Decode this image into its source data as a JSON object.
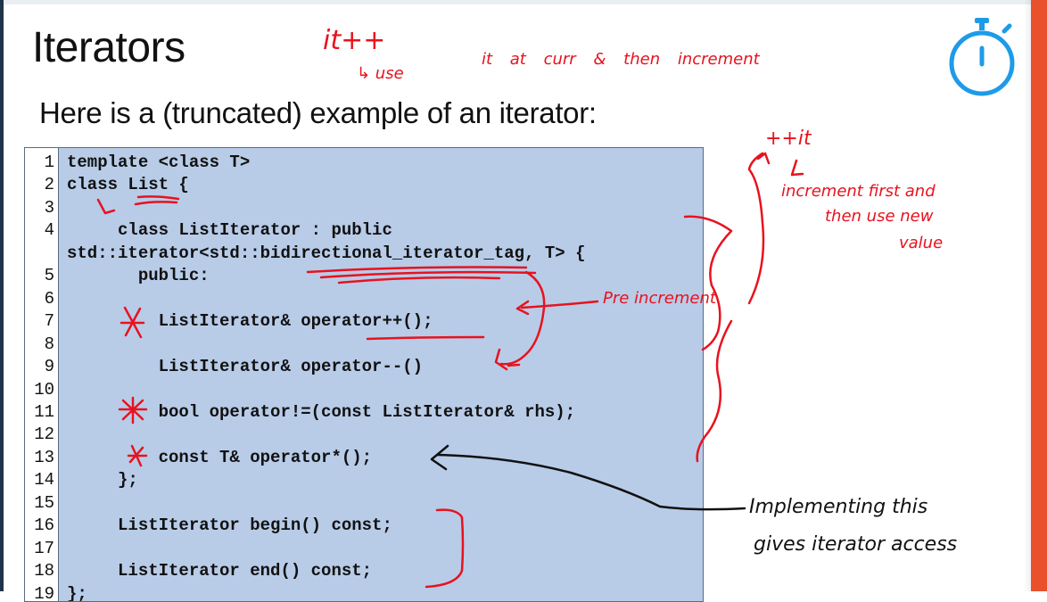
{
  "slide": {
    "title": "Iterators",
    "subtitle": "Here is a (truncated) example of an iterator:"
  },
  "code": {
    "lines": [
      {
        "n": "1",
        "text": "template <class T>"
      },
      {
        "n": "2",
        "text": "class List {"
      },
      {
        "n": "3",
        "text": ""
      },
      {
        "n": "4",
        "text": "     class ListIterator : public"
      },
      {
        "n": "",
        "text": "std::iterator<std::bidirectional_iterator_tag, T> {"
      },
      {
        "n": "5",
        "text": "       public:"
      },
      {
        "n": "6",
        "text": ""
      },
      {
        "n": "7",
        "text": "         ListIterator& operator++();"
      },
      {
        "n": "8",
        "text": ""
      },
      {
        "n": "9",
        "text": "         ListIterator& operator--()"
      },
      {
        "n": "10",
        "text": ""
      },
      {
        "n": "11",
        "text": "         bool operator!=(const ListIterator& rhs);"
      },
      {
        "n": "12",
        "text": ""
      },
      {
        "n": "13",
        "text": "         const T& operator*();"
      },
      {
        "n": "14",
        "text": "     };"
      },
      {
        "n": "15",
        "text": ""
      },
      {
        "n": "16",
        "text": "     ListIterator begin() const;"
      },
      {
        "n": "17",
        "text": ""
      },
      {
        "n": "18",
        "text": "     ListIterator end() const;"
      },
      {
        "n": "19",
        "text": "};"
      }
    ]
  },
  "annotations": {
    "itpp": "it++",
    "use": "↳ use",
    "it_at_curr": "it at curr & then increment",
    "ppit": "++it",
    "increment_first": "increment first and",
    "then_use_new": "then use new",
    "value": "value",
    "pre_increment": "Pre increment",
    "implementing": "Implementing this",
    "gives_access": "gives iterator access"
  },
  "colors": {
    "code_background": "#b8cce8",
    "annotation_red": "#e8121e",
    "annotation_black": "#111111",
    "timer_blue": "#1e9be8",
    "accent_orange": "#e8512b"
  },
  "icons": {
    "timer": "stopwatch-icon"
  }
}
